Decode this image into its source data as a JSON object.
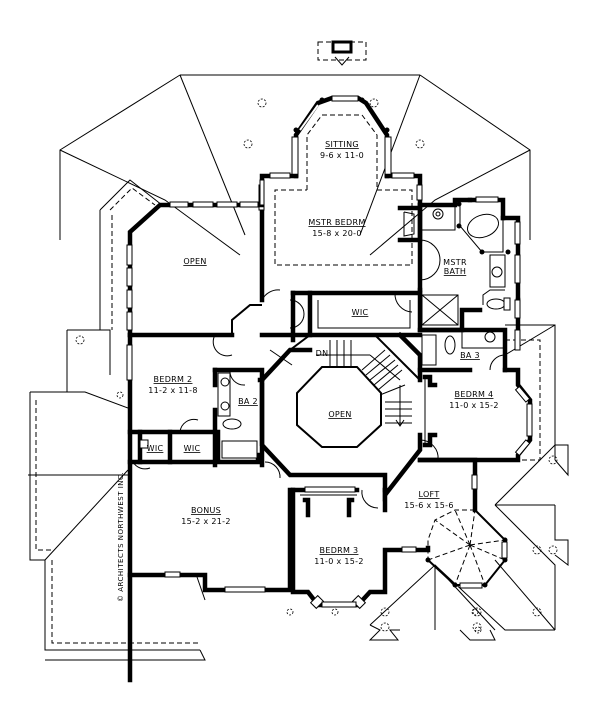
{
  "plan": {
    "credit": "© ARCHITECTS NORTHWEST INC.",
    "rooms": [
      {
        "id": "sitting",
        "name": "SITTING",
        "dims": "9-6 x 11-0"
      },
      {
        "id": "mstr_bedrm",
        "name": "MSTR BEDRM",
        "dims": "15-8 x 20-0"
      },
      {
        "id": "mstr_bath",
        "name": "MSTR",
        "name2": "BATH"
      },
      {
        "id": "open_nw",
        "name": "OPEN"
      },
      {
        "id": "wic_master",
        "name": "WIC"
      },
      {
        "id": "ba3",
        "name": "BA 3"
      },
      {
        "id": "bedrm2",
        "name": "BEDRM 2",
        "dims": "11-2 x 11-8"
      },
      {
        "id": "ba2",
        "name": "BA 2"
      },
      {
        "id": "open_center",
        "name": "OPEN"
      },
      {
        "id": "bedrm4",
        "name": "BEDRM 4",
        "dims": "11-0 x 15-2"
      },
      {
        "id": "wic_a",
        "name": "WIC"
      },
      {
        "id": "wic_b",
        "name": "WIC"
      },
      {
        "id": "bonus",
        "name": "BONUS",
        "dims": "15-2 x 21-2"
      },
      {
        "id": "loft",
        "name": "LOFT",
        "dims": "15-6 x 15-6"
      },
      {
        "id": "bedrm3",
        "name": "BEDRM 3",
        "dims": "11-0 x 15-2"
      }
    ],
    "stair_label": "DN"
  }
}
